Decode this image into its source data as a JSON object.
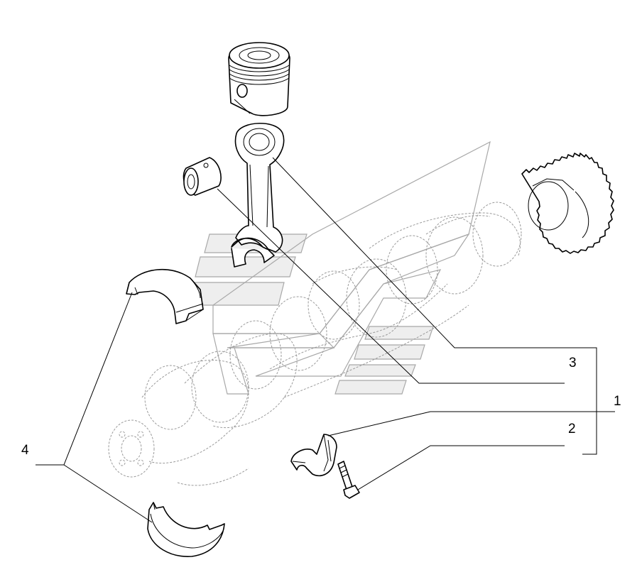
{
  "callouts": {
    "c1": "1",
    "c2": "2",
    "c3": "3",
    "c4": "4"
  },
  "parts": [
    {
      "id": "1",
      "name": "connecting-rod-bearing-shell"
    },
    {
      "id": "2",
      "name": "connecting-rod-bolt"
    },
    {
      "id": "3",
      "name": "connecting-rod-bushing"
    },
    {
      "id": "4",
      "name": "main-bearing-shells"
    }
  ],
  "colors": {
    "line": "#000000",
    "ghost": "#9a9a9a",
    "watermark": "#a8a8a8"
  }
}
